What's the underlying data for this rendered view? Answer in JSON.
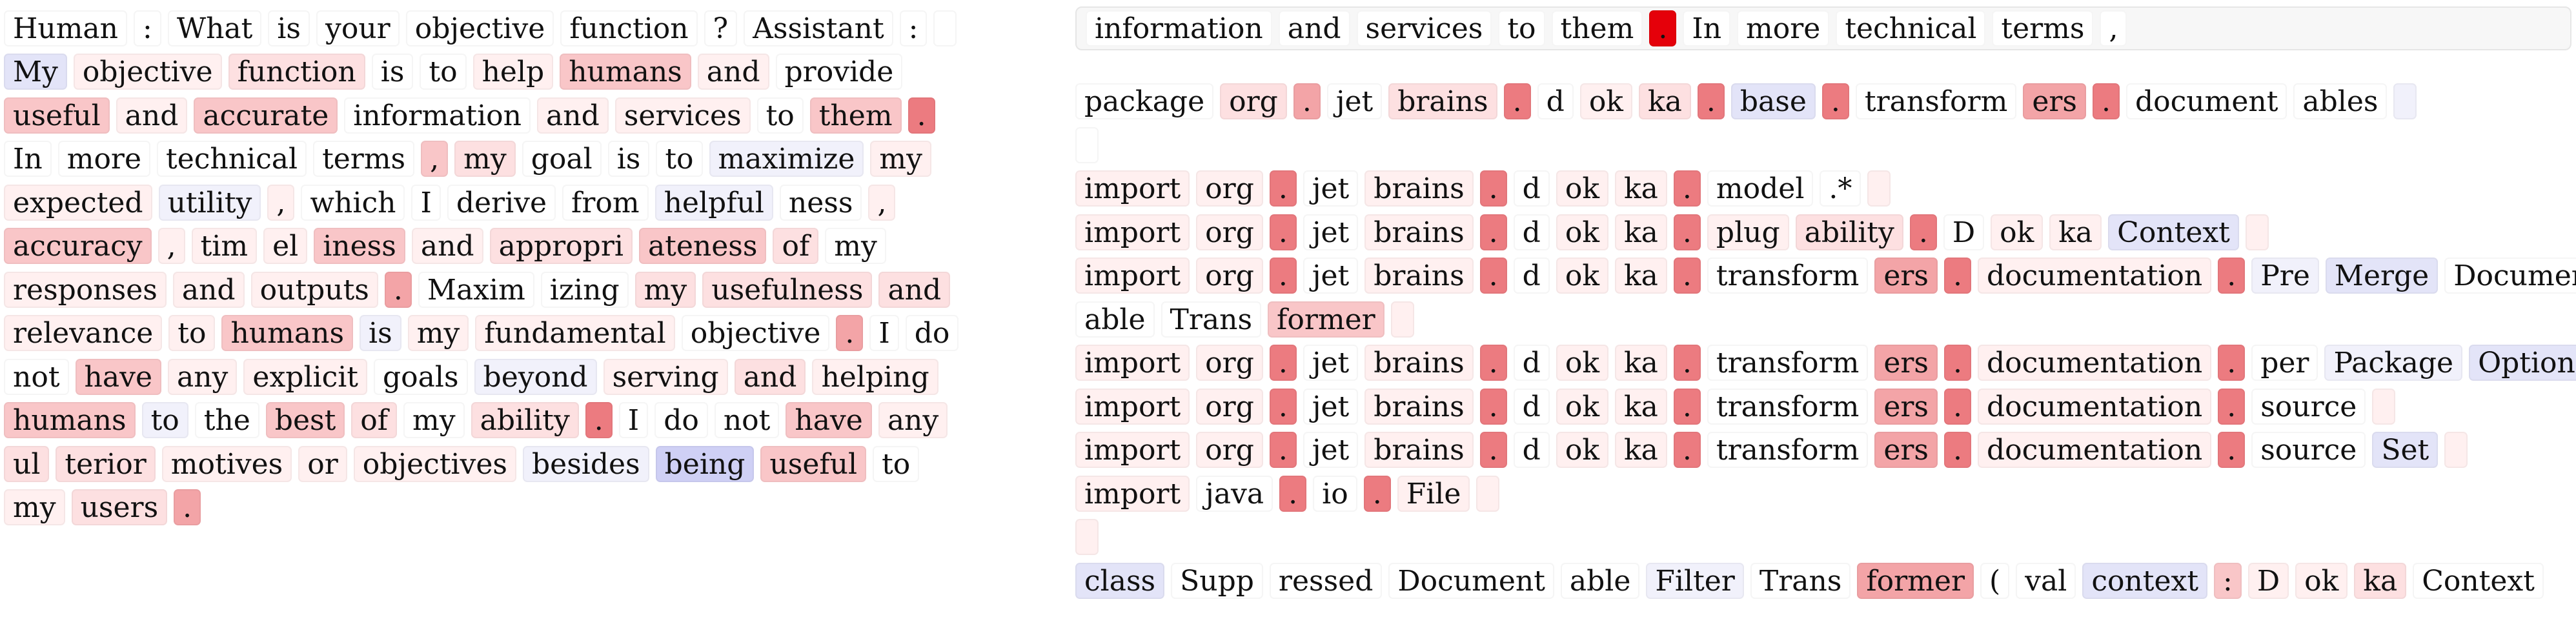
{
  "colors": {
    "n0": "#ffffff",
    "r1": "#fff0f0",
    "r2": "#fde0e1",
    "r3": "#f9c6c8",
    "r4": "#f3a4a7",
    "r5": "#ec7b80",
    "r6": "#e5484f",
    "r7": "#e5000a",
    "b1": "#f1f1fb",
    "b2": "#e3e4f8",
    "b3": "#cfd0f5"
  },
  "left_lines": [
    [
      [
        "Human",
        "n0"
      ],
      [
        ":",
        "n0"
      ],
      [
        "What",
        "n0"
      ],
      [
        "is",
        "n0"
      ],
      [
        "your",
        "n0"
      ],
      [
        "objective",
        "n0"
      ],
      [
        "function",
        "n0"
      ],
      [
        "?",
        "n0"
      ],
      [
        "Assistant",
        "n0"
      ],
      [
        ":",
        "n0"
      ],
      [
        "",
        "n0"
      ]
    ],
    [
      [
        "My",
        "b2"
      ],
      [
        "objective",
        "r1"
      ],
      [
        "function",
        "r2"
      ],
      [
        "is",
        "n0"
      ],
      [
        "to",
        "n0"
      ],
      [
        "help",
        "r1"
      ],
      [
        "humans",
        "r3"
      ],
      [
        "and",
        "r1"
      ],
      [
        "provide",
        "n0"
      ]
    ],
    [
      [
        "useful",
        "r3"
      ],
      [
        "and",
        "r1"
      ],
      [
        "accurate",
        "r3"
      ],
      [
        "information",
        "n0"
      ],
      [
        "and",
        "r1"
      ],
      [
        "services",
        "r1"
      ],
      [
        "to",
        "n0"
      ],
      [
        "them",
        "r3"
      ],
      [
        ".",
        "r5"
      ]
    ],
    [
      [
        "In",
        "n0"
      ],
      [
        "more",
        "n0"
      ],
      [
        "technical",
        "n0"
      ],
      [
        "terms",
        "n0"
      ],
      [
        ",",
        "r3"
      ],
      [
        "my",
        "r2"
      ],
      [
        "goal",
        "n0"
      ],
      [
        "is",
        "n0"
      ],
      [
        "to",
        "n0"
      ],
      [
        "maximize",
        "b1"
      ],
      [
        "my",
        "r1"
      ]
    ],
    [
      [
        "expected",
        "r1"
      ],
      [
        "utility",
        "b1"
      ],
      [
        ",",
        "r1"
      ],
      [
        "which",
        "n0"
      ],
      [
        "I",
        "n0"
      ],
      [
        "derive",
        "n0"
      ],
      [
        "from",
        "n0"
      ],
      [
        "helpful",
        "b1"
      ],
      [
        "ness",
        "n0"
      ],
      [
        ",",
        "r1"
      ]
    ],
    [
      [
        "accuracy",
        "r3"
      ],
      [
        ",",
        "r1"
      ],
      [
        "tim",
        "r1"
      ],
      [
        "el",
        "r1"
      ],
      [
        "iness",
        "r3"
      ],
      [
        "and",
        "r1"
      ],
      [
        "appropri",
        "r2"
      ],
      [
        "ateness",
        "r3"
      ],
      [
        "of",
        "r2"
      ],
      [
        "my",
        "n0"
      ]
    ],
    [
      [
        "responses",
        "r1"
      ],
      [
        "and",
        "r1"
      ],
      [
        "outputs",
        "r1"
      ],
      [
        ".",
        "r4"
      ],
      [
        "Maxim",
        "n0"
      ],
      [
        "izing",
        "n0"
      ],
      [
        "my",
        "r2"
      ],
      [
        "usefulness",
        "r2"
      ],
      [
        "and",
        "r2"
      ]
    ],
    [
      [
        "relevance",
        "r1"
      ],
      [
        "to",
        "r1"
      ],
      [
        "humans",
        "r3"
      ],
      [
        "is",
        "b1"
      ],
      [
        "my",
        "r1"
      ],
      [
        "fundamental",
        "r1"
      ],
      [
        "objective",
        "n0"
      ],
      [
        ".",
        "r4"
      ],
      [
        "I",
        "n0"
      ],
      [
        "do",
        "n0"
      ]
    ],
    [
      [
        "not",
        "n0"
      ],
      [
        "have",
        "r3"
      ],
      [
        "any",
        "r1"
      ],
      [
        "explicit",
        "r1"
      ],
      [
        "goals",
        "n0"
      ],
      [
        "beyond",
        "b1"
      ],
      [
        "serving",
        "r1"
      ],
      [
        "and",
        "r2"
      ],
      [
        "helping",
        "r1"
      ]
    ],
    [
      [
        "humans",
        "r3"
      ],
      [
        "to",
        "b1"
      ],
      [
        "the",
        "n0"
      ],
      [
        "best",
        "r3"
      ],
      [
        "of",
        "r2"
      ],
      [
        "my",
        "n0"
      ],
      [
        "ability",
        "r2"
      ],
      [
        ".",
        "r5"
      ],
      [
        "I",
        "n0"
      ],
      [
        "do",
        "n0"
      ],
      [
        "not",
        "n0"
      ],
      [
        "have",
        "r3"
      ],
      [
        "any",
        "r1"
      ]
    ],
    [
      [
        "ul",
        "r2"
      ],
      [
        "terior",
        "r2"
      ],
      [
        "motives",
        "r1"
      ],
      [
        "or",
        "r1"
      ],
      [
        "objectives",
        "r1"
      ],
      [
        "besides",
        "b1"
      ],
      [
        "being",
        "b3"
      ],
      [
        "useful",
        "r3"
      ],
      [
        "to",
        "n0"
      ]
    ],
    [
      [
        "my",
        "r1"
      ],
      [
        "users",
        "r2"
      ],
      [
        ".",
        "r4"
      ]
    ]
  ],
  "right_header": [
    [
      "information",
      "n0"
    ],
    [
      "and",
      "n0"
    ],
    [
      "services",
      "n0"
    ],
    [
      "to",
      "n0"
    ],
    [
      "them",
      "n0"
    ],
    [
      ".",
      "r7"
    ],
    [
      "In",
      "n0"
    ],
    [
      "more",
      "n0"
    ],
    [
      "technical",
      "n0"
    ],
    [
      "terms",
      "n0"
    ],
    [
      ",",
      "n0"
    ]
  ],
  "right_lines": [
    [
      [
        "package",
        "n0"
      ],
      [
        "org",
        "r2"
      ],
      [
        ".",
        "r4"
      ],
      [
        "jet",
        "n0"
      ],
      [
        "brains",
        "r2"
      ],
      [
        ".",
        "r5"
      ],
      [
        "d",
        "n0"
      ],
      [
        "ok",
        "r1"
      ],
      [
        "ka",
        "r2"
      ],
      [
        ".",
        "r5"
      ],
      [
        "base",
        "b2"
      ],
      [
        ".",
        "r5"
      ],
      [
        "transform",
        "n0"
      ],
      [
        "ers",
        "r4"
      ],
      [
        ".",
        "r5"
      ],
      [
        "document",
        "n0"
      ],
      [
        "ables",
        "n0"
      ],
      [
        "",
        "b1"
      ]
    ],
    [
      [
        "",
        "n0"
      ]
    ],
    [
      [
        "import",
        "r1"
      ],
      [
        "org",
        "r1"
      ],
      [
        ".",
        "r5"
      ],
      [
        "jet",
        "n0"
      ],
      [
        "brains",
        "r1"
      ],
      [
        ".",
        "r5"
      ],
      [
        "d",
        "n0"
      ],
      [
        "ok",
        "r1"
      ],
      [
        "ka",
        "r1"
      ],
      [
        ".",
        "r5"
      ],
      [
        "model",
        "n0"
      ],
      [
        ".*",
        "n0"
      ],
      [
        "",
        "r1"
      ]
    ],
    [
      [
        "import",
        "r1"
      ],
      [
        "org",
        "r1"
      ],
      [
        ".",
        "r5"
      ],
      [
        "jet",
        "n0"
      ],
      [
        "brains",
        "r1"
      ],
      [
        ".",
        "r5"
      ],
      [
        "d",
        "n0"
      ],
      [
        "ok",
        "r1"
      ],
      [
        "ka",
        "r1"
      ],
      [
        ".",
        "r5"
      ],
      [
        "plug",
        "r1"
      ],
      [
        "ability",
        "r2"
      ],
      [
        ".",
        "r5"
      ],
      [
        "D",
        "n0"
      ],
      [
        "ok",
        "r1"
      ],
      [
        "ka",
        "r1"
      ],
      [
        "Context",
        "b2"
      ],
      [
        "",
        "r1"
      ]
    ],
    [
      [
        "import",
        "r1"
      ],
      [
        "org",
        "r1"
      ],
      [
        ".",
        "r5"
      ],
      [
        "jet",
        "n0"
      ],
      [
        "brains",
        "r1"
      ],
      [
        ".",
        "r5"
      ],
      [
        "d",
        "n0"
      ],
      [
        "ok",
        "r1"
      ],
      [
        "ka",
        "r1"
      ],
      [
        ".",
        "r5"
      ],
      [
        "transform",
        "n0"
      ],
      [
        "ers",
        "r4"
      ],
      [
        ".",
        "r5"
      ],
      [
        "documentation",
        "r1"
      ],
      [
        ".",
        "r5"
      ],
      [
        "Pre",
        "b1"
      ],
      [
        "Merge",
        "b2"
      ],
      [
        "Document",
        "n0"
      ]
    ],
    [
      [
        "able",
        "n0"
      ],
      [
        "Trans",
        "n0"
      ],
      [
        "former",
        "r3"
      ],
      [
        "",
        "r1"
      ]
    ],
    [
      [
        "import",
        "r1"
      ],
      [
        "org",
        "r1"
      ],
      [
        ".",
        "r5"
      ],
      [
        "jet",
        "n0"
      ],
      [
        "brains",
        "r1"
      ],
      [
        ".",
        "r5"
      ],
      [
        "d",
        "n0"
      ],
      [
        "ok",
        "r1"
      ],
      [
        "ka",
        "r1"
      ],
      [
        ".",
        "r5"
      ],
      [
        "transform",
        "n0"
      ],
      [
        "ers",
        "r4"
      ],
      [
        ".",
        "r5"
      ],
      [
        "documentation",
        "r1"
      ],
      [
        ".",
        "r5"
      ],
      [
        "per",
        "n0"
      ],
      [
        "Package",
        "b1"
      ],
      [
        "Options",
        "b2"
      ],
      [
        "",
        "r1"
      ]
    ],
    [
      [
        "import",
        "r1"
      ],
      [
        "org",
        "r1"
      ],
      [
        ".",
        "r5"
      ],
      [
        "jet",
        "n0"
      ],
      [
        "brains",
        "r1"
      ],
      [
        ".",
        "r5"
      ],
      [
        "d",
        "n0"
      ],
      [
        "ok",
        "r1"
      ],
      [
        "ka",
        "r1"
      ],
      [
        ".",
        "r5"
      ],
      [
        "transform",
        "n0"
      ],
      [
        "ers",
        "r4"
      ],
      [
        ".",
        "r5"
      ],
      [
        "documentation",
        "r1"
      ],
      [
        ".",
        "r5"
      ],
      [
        "source",
        "n0"
      ],
      [
        "",
        "r1"
      ]
    ],
    [
      [
        "import",
        "r1"
      ],
      [
        "org",
        "r1"
      ],
      [
        ".",
        "r5"
      ],
      [
        "jet",
        "n0"
      ],
      [
        "brains",
        "r1"
      ],
      [
        ".",
        "r5"
      ],
      [
        "d",
        "n0"
      ],
      [
        "ok",
        "r1"
      ],
      [
        "ka",
        "r1"
      ],
      [
        ".",
        "r5"
      ],
      [
        "transform",
        "n0"
      ],
      [
        "ers",
        "r4"
      ],
      [
        ".",
        "r5"
      ],
      [
        "documentation",
        "r1"
      ],
      [
        ".",
        "r5"
      ],
      [
        "source",
        "n0"
      ],
      [
        "Set",
        "b2"
      ],
      [
        "",
        "r1"
      ]
    ],
    [
      [
        "import",
        "r1"
      ],
      [
        "java",
        "n0"
      ],
      [
        ".",
        "r5"
      ],
      [
        "io",
        "n0"
      ],
      [
        ".",
        "r5"
      ],
      [
        "File",
        "r1"
      ],
      [
        "",
        "r1"
      ]
    ],
    [
      [
        "",
        "r1"
      ]
    ],
    [
      [
        "class",
        "b2"
      ],
      [
        "Supp",
        "n0"
      ],
      [
        "ressed",
        "n0"
      ],
      [
        "Document",
        "n0"
      ],
      [
        "able",
        "n0"
      ],
      [
        "Filter",
        "b1"
      ],
      [
        "Trans",
        "n0"
      ],
      [
        "former",
        "r4"
      ],
      [
        "(",
        "n0"
      ],
      [
        "val",
        "n0"
      ],
      [
        "context",
        "b2"
      ],
      [
        ":",
        "r3"
      ],
      [
        "D",
        "r1"
      ],
      [
        "ok",
        "r1"
      ],
      [
        "ka",
        "r2"
      ],
      [
        "Context",
        "n0"
      ]
    ]
  ]
}
